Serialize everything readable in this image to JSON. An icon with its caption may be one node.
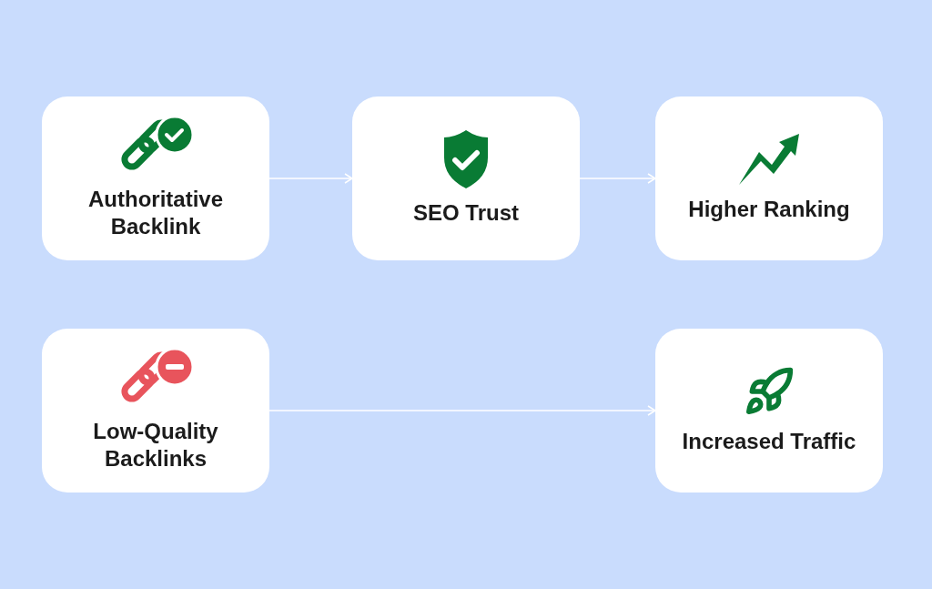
{
  "diagram": {
    "nodes": [
      {
        "text": [
          "Authoritative Backlink"
        ]
      },
      {
        "text": [
          "SEO Trust"
        ]
      },
      {
        "text": [
          "Higher Ranking"
        ]
      },
      {
        "text": [
          "Low-Quality Backlinks"
        ]
      },
      {
        "text": [
          "Increased Traffic"
        ]
      }
    ],
    "edges": [
      {
        "from": 0,
        "to": 1,
        "arrow": "to"
      },
      {
        "from": 1,
        "to": 2,
        "arrow": "to"
      },
      {
        "from": 3,
        "to": 4,
        "arrow": "to"
      }
    ]
  }
}
